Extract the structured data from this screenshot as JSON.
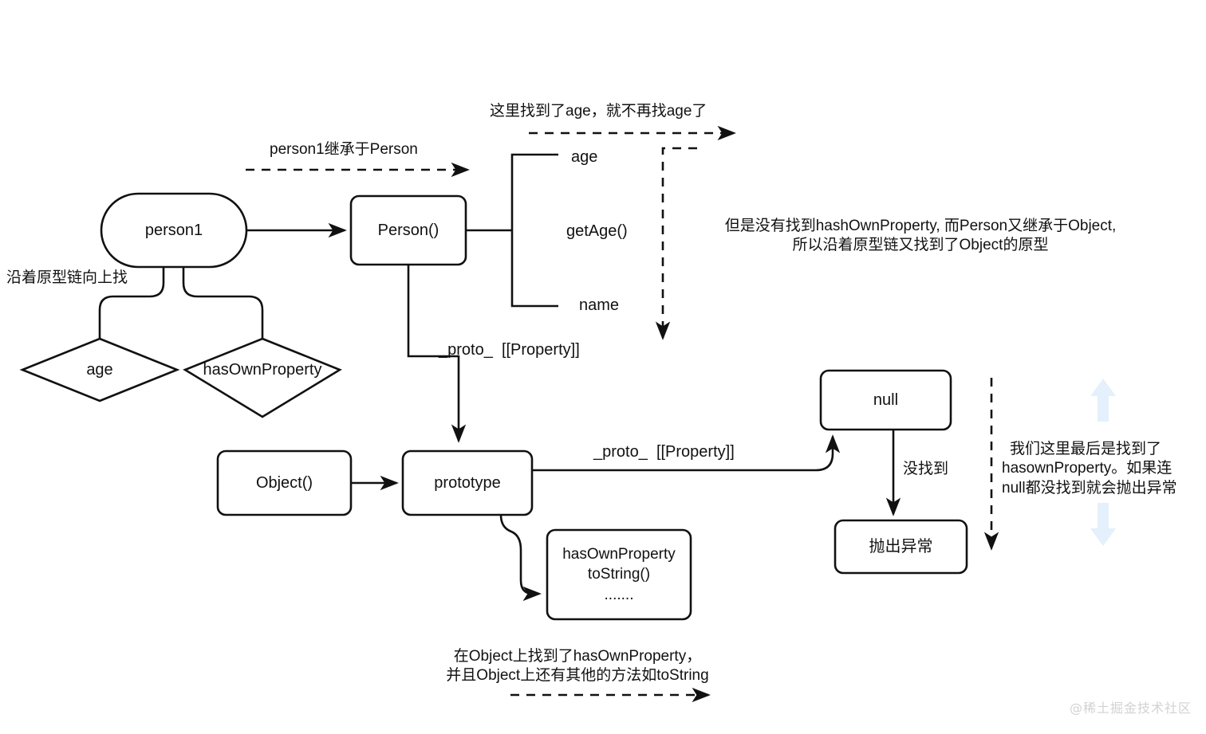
{
  "diagram": {
    "title": "JavaScript prototype chain lookup diagram",
    "nodes": {
      "person1": "person1",
      "person_ctor": "Person()",
      "object_ctor": "Object()",
      "prototype": "prototype",
      "null_box": "null",
      "throw_box": "抛出异常",
      "object_methods": "hasOwnProperty\ntoString()\n.......",
      "diamond_age": "age",
      "diamond_hasownproperty": "hasOwnProperty"
    },
    "person_members": {
      "age": "age",
      "getAge": "getAge()",
      "name": "name"
    },
    "edge_labels": {
      "person_proto": "_proto_  [[Property]]",
      "prototype_proto": "_proto_  [[Property]]",
      "not_found": "没找到"
    },
    "annotations": {
      "inherit_person": "person1继承于Person",
      "found_age": "这里找到了age，就不再找age了",
      "up_the_chain": "沿着原型链向上找",
      "not_found_hasown": "但是没有找到hashOwnProperty, 而Person又继承于Object,\n所以沿着原型链又找到了Object的原型",
      "found_on_object": "在Object上找到了hasOwnProperty，\n并且Object上还有其他的方法如toString",
      "final_note": "我们这里最后是找到了\nhasownProperty。如果连\nnull都没找到就会抛出异常"
    },
    "watermark": "@稀土掘金技术社区",
    "colors": {
      "stroke": "#111111",
      "background": "#ffffff",
      "accent_arrow": "#e4f0fb",
      "watermark": "#d2d2d2"
    }
  }
}
